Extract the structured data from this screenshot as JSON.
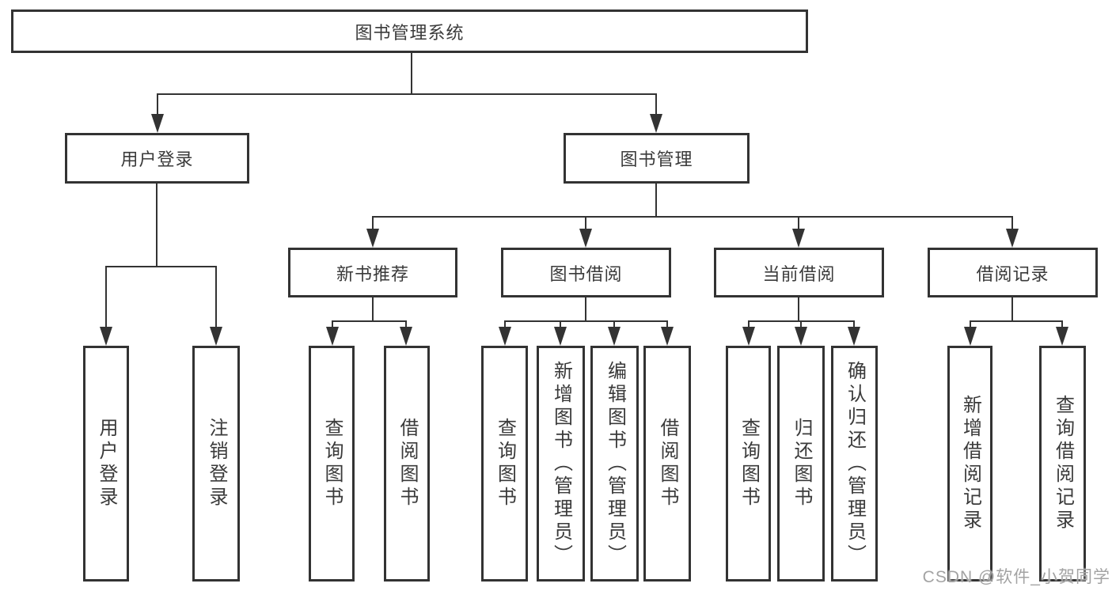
{
  "tree": {
    "root": {
      "label": "图书管理系统"
    },
    "children": [
      {
        "label": "用户登录",
        "children": [
          {
            "label": "用户登录"
          },
          {
            "label": "注销登录"
          }
        ]
      },
      {
        "label": "图书管理",
        "children": [
          {
            "label": "新书推荐",
            "children": [
              {
                "label": "查询图书"
              },
              {
                "label": "借阅图书"
              }
            ]
          },
          {
            "label": "图书借阅",
            "children": [
              {
                "label": "查询图书"
              },
              {
                "label": "新增图书（管理员）"
              },
              {
                "label": "编辑图书（管理员）"
              },
              {
                "label": "借阅图书"
              }
            ]
          },
          {
            "label": "当前借阅",
            "children": [
              {
                "label": "查询图书"
              },
              {
                "label": "归还图书"
              },
              {
                "label": "确认归还（管理员）"
              }
            ]
          },
          {
            "label": "借阅记录",
            "children": [
              {
                "label": "新增借阅记录"
              },
              {
                "label": "查询借阅记录"
              }
            ]
          }
        ]
      }
    ]
  },
  "watermark": {
    "text": "CSDN @软件_小贺同学"
  },
  "colors": {
    "line": "#333333",
    "text": "#3a3a3a",
    "watermark": "#a3a3a3",
    "background": "#ffffff"
  }
}
